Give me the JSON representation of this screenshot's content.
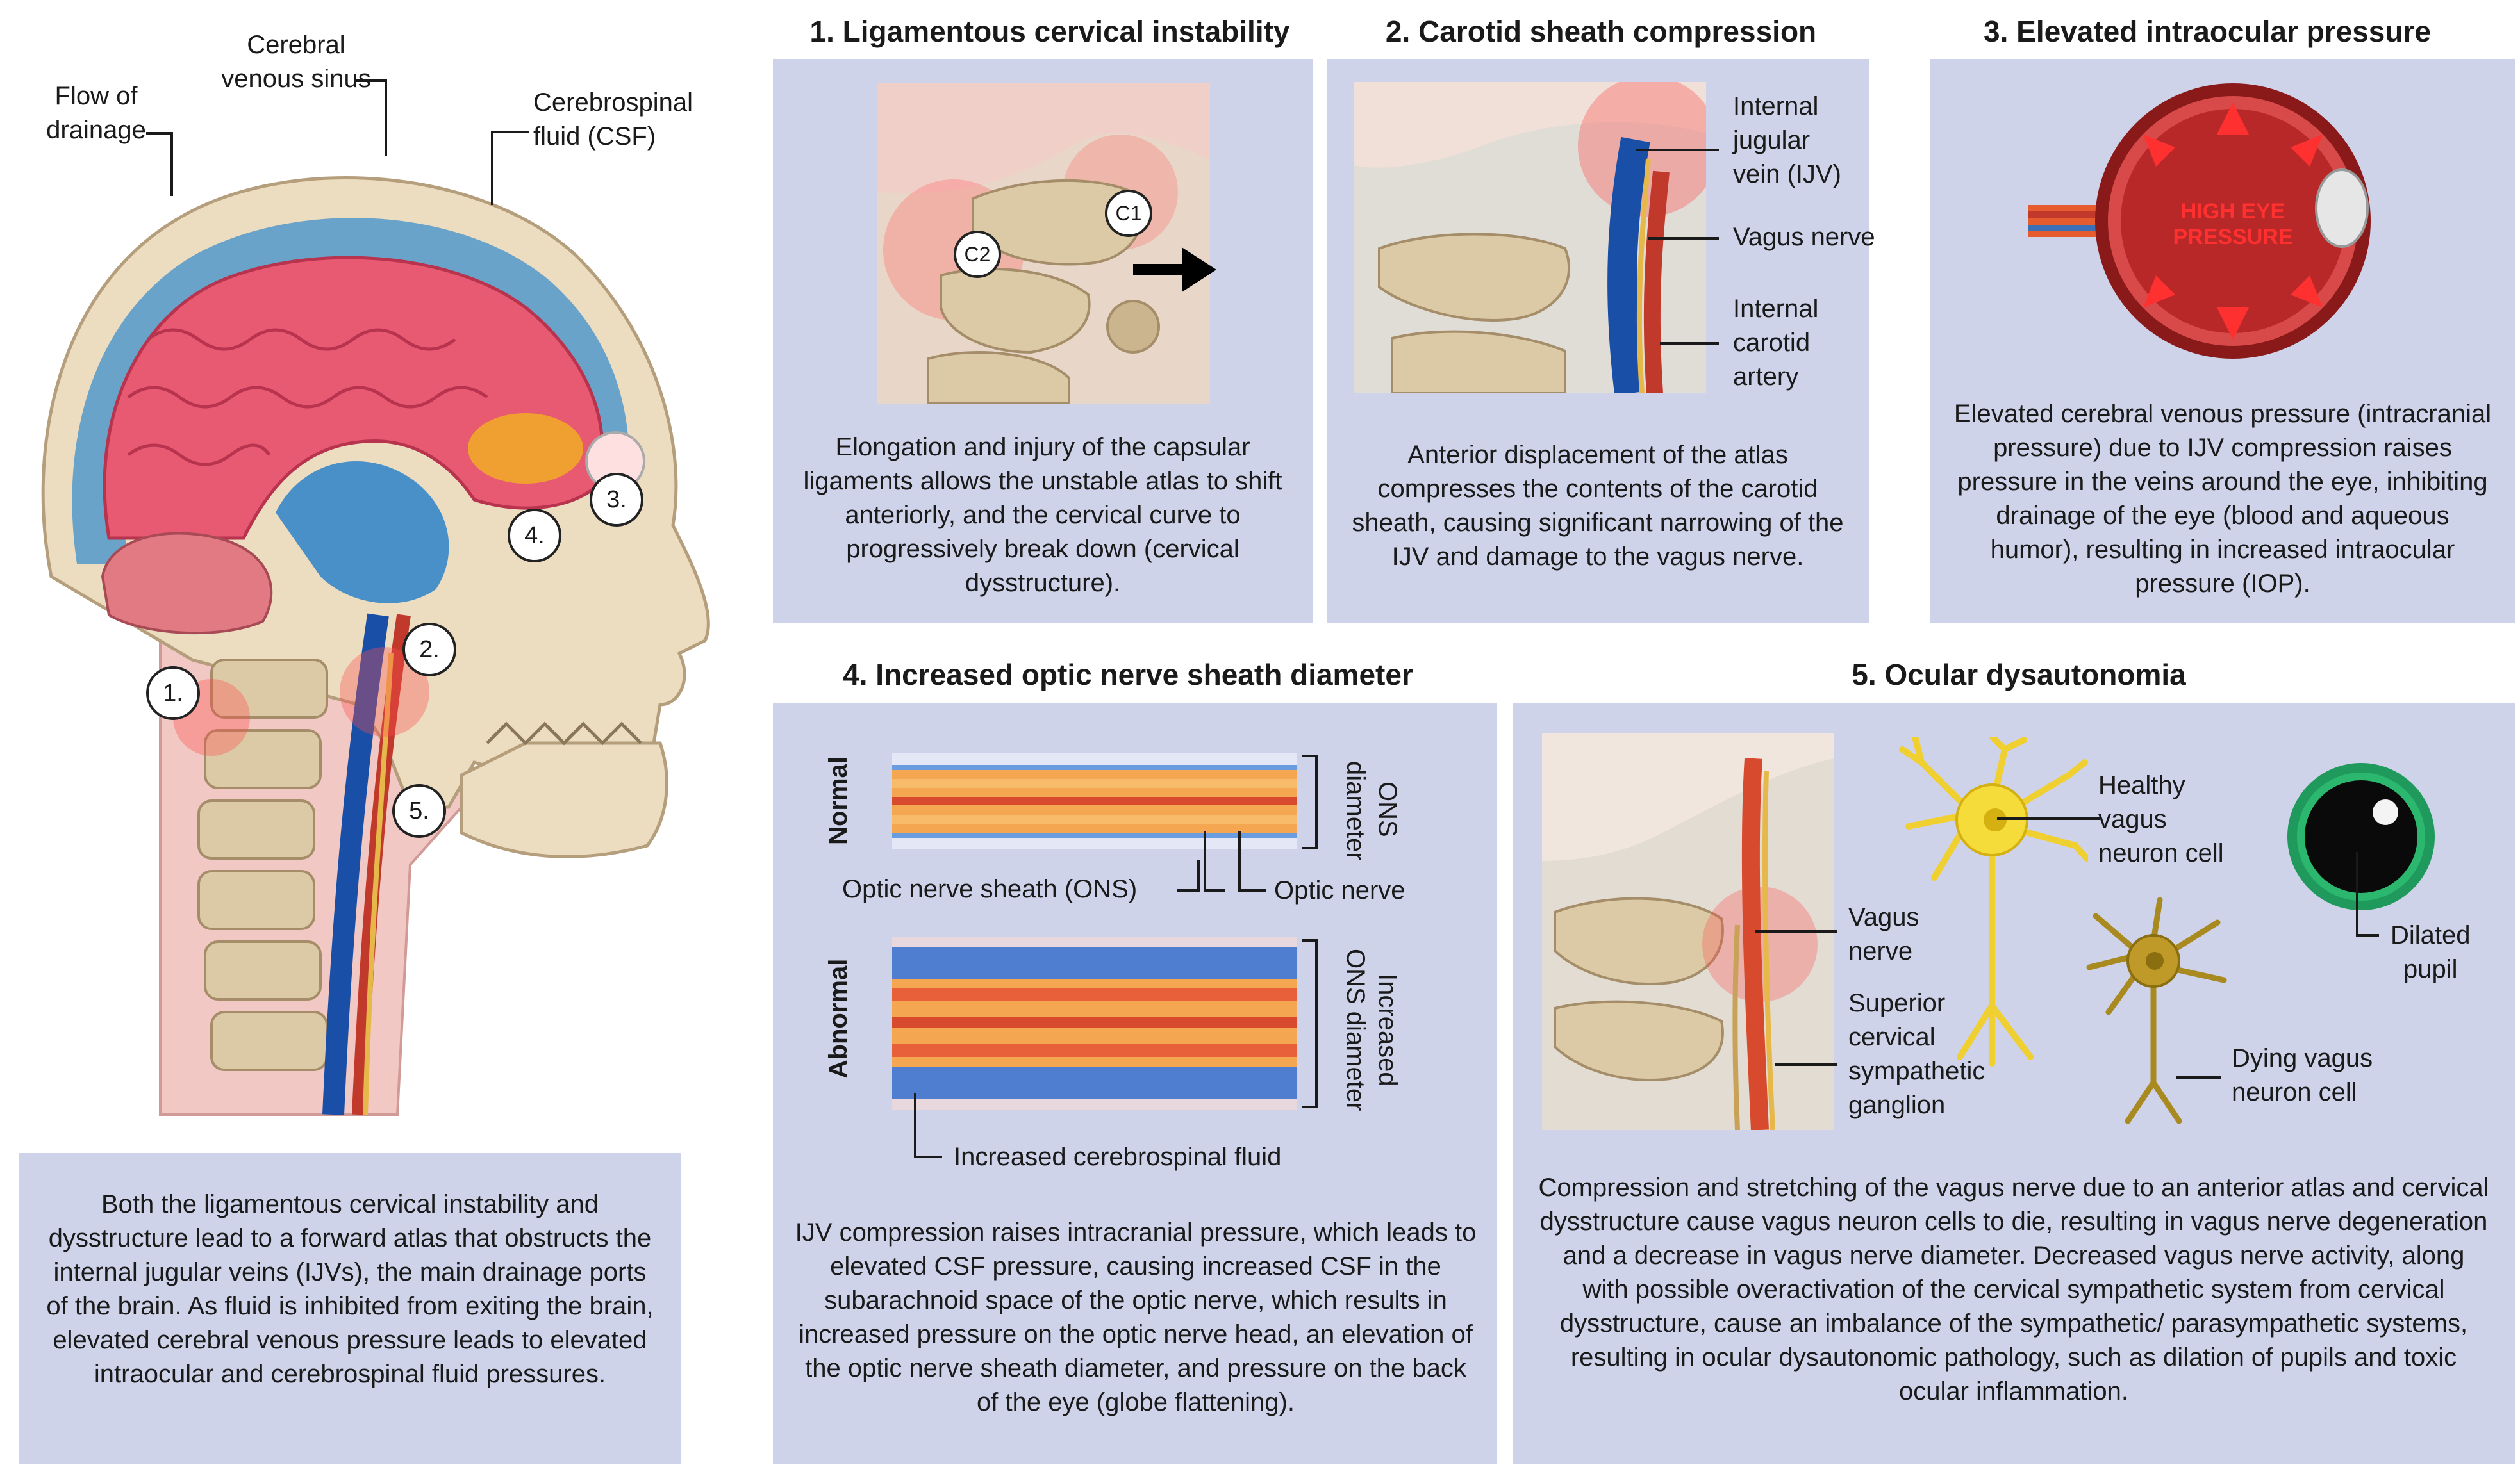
{
  "head_labels": {
    "flow_of_drainage": [
      "Flow of",
      "drainage"
    ],
    "cerebral_venous_sinus": [
      "Cerebral",
      "venous sinus"
    ],
    "csf": [
      "Cerebrospinal",
      "fluid (CSF)"
    ],
    "markers": [
      "1.",
      "2.",
      "3.",
      "4.",
      "5."
    ]
  },
  "summary_text": "Both the ligamentous cervical instability and dysstructure lead to a forward atlas that obstructs the internal jugular veins (IJVs), the main drainage ports of the brain. As fluid is inhibited from exiting the brain, elevated cerebral venous pressure leads to elevated intraocular and cerebrospinal fluid pressures.",
  "panel1": {
    "title": "1.   Ligamentous cervical instability",
    "labels": [
      "C1",
      "C2"
    ],
    "text": "Elongation and injury of the capsular ligaments allows the unstable atlas to shift anteriorly, and the cervical curve to progressively break down (cervical dysstructure)."
  },
  "panel2": {
    "title": "2.   Carotid sheath compression",
    "ijv": [
      "Internal",
      "jugular",
      "vein (IJV)"
    ],
    "vagus": "Vagus nerve",
    "ica": [
      "Internal",
      "carotid",
      "artery"
    ],
    "text": "Anterior displacement of the atlas compresses the contents of the carotid sheath, causing significant narrowing of the IJV and damage to the vagus nerve."
  },
  "panel3": {
    "title": "3.   Elevated intraocular pressure",
    "eye_text": [
      "HIGH EYE",
      "PRESSURE"
    ],
    "text": "Elevated cerebral venous pressure (intracranial pressure) due to IJV compression raises pressure in the veins around the eye, inhibiting drainage of the eye (blood and aqueous humor), resulting in increased intraocular pressure (IOP)."
  },
  "panel4": {
    "title": "4.   Increased optic nerve sheath diameter",
    "normal": "Normal",
    "abnormal": "Abnormal",
    "ons_diameter": [
      "ONS",
      "diameter"
    ],
    "increased_ons": [
      "Increased",
      "ONS diameter"
    ],
    "ons_label": "Optic nerve sheath (ONS)",
    "optic_nerve": "Optic nerve",
    "csf_label": "Increased cerebrospinal fluid",
    "text": "IJV compression raises intracranial pressure, which leads to elevated CSF pressure, causing increased CSF in the subarachnoid space of the optic nerve, which results in increased pressure on the optic nerve head, an elevation of the optic nerve sheath diameter, and pressure on the back of the eye (globe flattening)."
  },
  "panel5": {
    "title": "5.   Ocular dysautonomia",
    "vagus": [
      "Vagus",
      "nerve"
    ],
    "ganglion": [
      "Superior",
      "cervical",
      "sympathetic",
      "ganglion"
    ],
    "healthy": [
      "Healthy",
      "vagus",
      "neuron cell"
    ],
    "dying": [
      "Dying vagus",
      "neuron cell"
    ],
    "pupil": [
      "Dilated",
      "pupil"
    ],
    "text": "Compression and stretching of the vagus nerve due to an anterior atlas and cervical dysstructure cause vagus neuron cells to die, resulting in vagus nerve degeneration and a decrease in vagus nerve diameter. Decreased vagus nerve activity, along with possible overactivation of the cervical sympathetic system from cervical dysstructure, cause an imbalance of the sympathetic/ parasympathetic systems, resulting in ocular dysautonomic pathology, such as dilation of pupils and toxic ocular inflammation."
  }
}
